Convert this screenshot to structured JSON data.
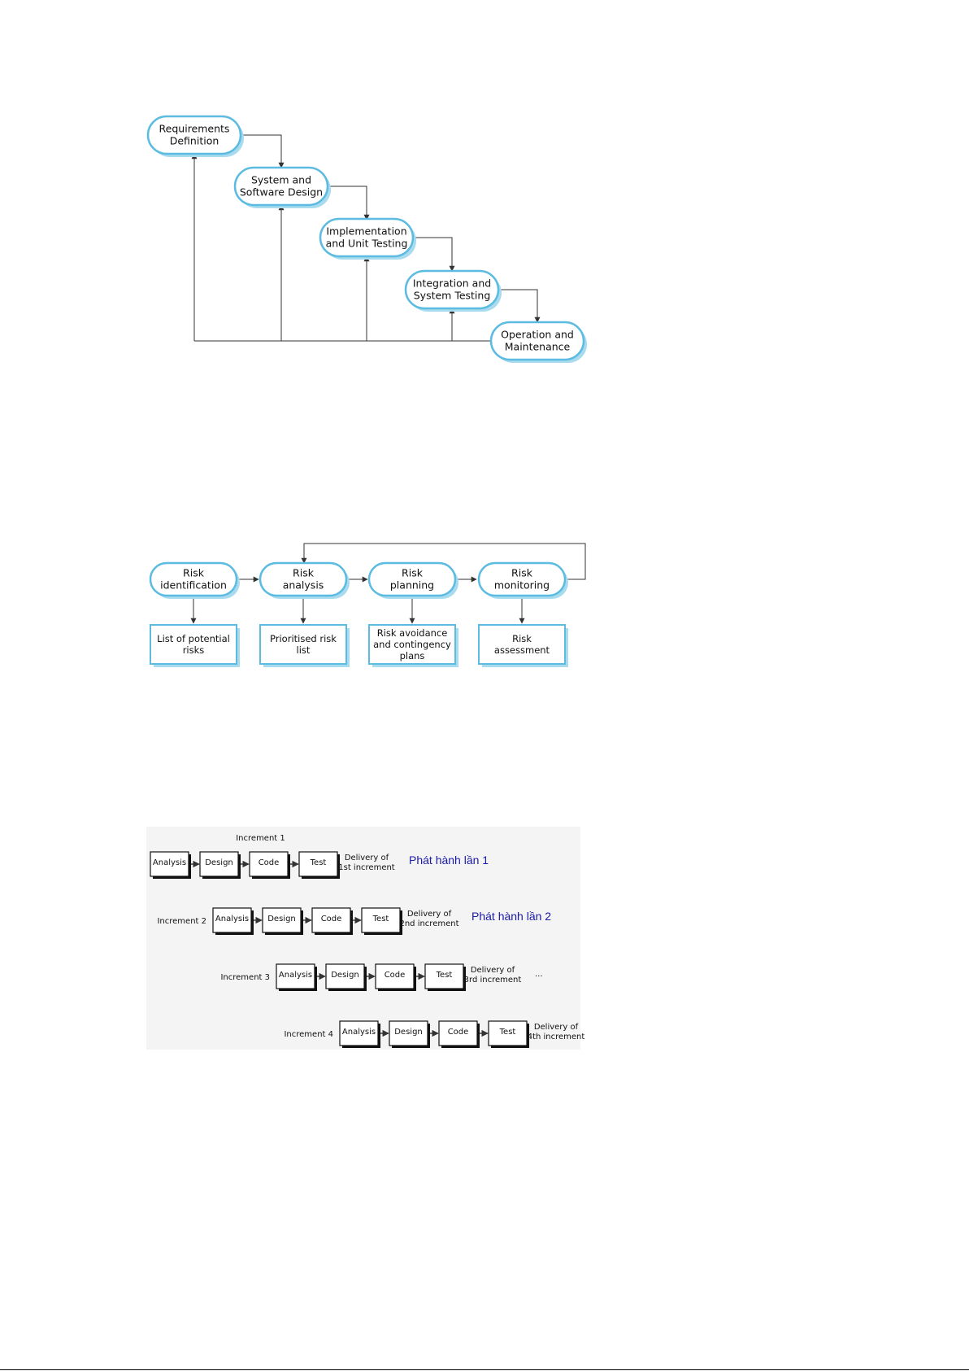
{
  "colors": {
    "pill_border": "#5bbbe0",
    "pill_shadow": "#a9dbef",
    "line": "#333333",
    "viet_text": "#1a1aa8",
    "incremental_bg": "#f4f4f4"
  },
  "waterfall": {
    "stages": [
      {
        "line1": "Requirements",
        "line2": "Definition"
      },
      {
        "line1": "System and",
        "line2": "Software Design"
      },
      {
        "line1": "Implementation",
        "line2": "and Unit Testing"
      },
      {
        "line1": "Integration and",
        "line2": "System Testing"
      },
      {
        "line1": "Operation and",
        "line2": "Maintenance"
      }
    ]
  },
  "risk": {
    "stages": [
      {
        "line1": "Risk",
        "line2": "identification"
      },
      {
        "line1": "Risk",
        "line2": "analysis"
      },
      {
        "line1": "Risk",
        "line2": "planning"
      },
      {
        "line1": "Risk",
        "line2": "monitoring"
      }
    ],
    "outputs": [
      {
        "lines": [
          "List of potential",
          "risks"
        ]
      },
      {
        "lines": [
          "Prioritised risk",
          "list"
        ]
      },
      {
        "lines": [
          "Risk avoidance",
          "and contingency",
          "plans"
        ]
      },
      {
        "lines": [
          "Risk",
          "assessment"
        ]
      }
    ]
  },
  "incremental": {
    "steps": [
      "Analysis",
      "Design",
      "Code",
      "Test"
    ],
    "rows": [
      {
        "label": "Increment 1",
        "delivery": [
          "Delivery of",
          "1st increment"
        ],
        "note": "Phát hành lần 1"
      },
      {
        "label": "Increment 2",
        "delivery": [
          "Delivery of",
          "2nd increment"
        ],
        "note": "Phát hành lần 2"
      },
      {
        "label": "Increment 3",
        "delivery": [
          "Delivery of",
          "3rd increment"
        ],
        "note": "..."
      },
      {
        "label": "Increment 4",
        "delivery": [
          "Delivery of",
          "4th increment"
        ],
        "note": ""
      }
    ]
  }
}
